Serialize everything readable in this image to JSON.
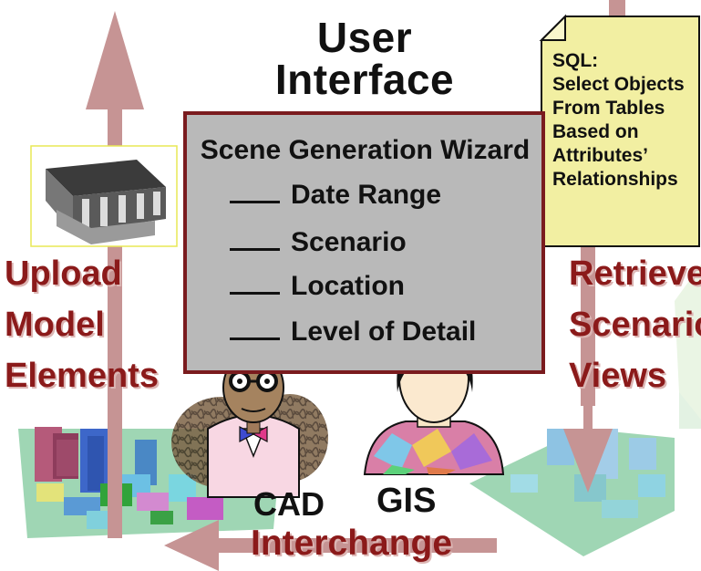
{
  "title": {
    "line1": "User",
    "line2": "Interface"
  },
  "wizard": {
    "heading": "Scene Generation Wizard",
    "fields": [
      "Date Range",
      "Scenario",
      "Location",
      "Level of Detail"
    ]
  },
  "note": {
    "lines": [
      "SQL:",
      "Select Objects",
      "From Tables",
      "Based on",
      "Attributes’",
      "Relationships"
    ]
  },
  "left_label": [
    "Upload",
    "Model",
    "Elements"
  ],
  "right_label": [
    "Retrieve",
    "Scenario",
    "Views"
  ],
  "characters": {
    "cad": "CAD",
    "gis": "GIS"
  },
  "bottom_label": "Interchange",
  "colors": {
    "arrow": "#c69494",
    "accent": "#8b1a1a",
    "note": "#f2efa2",
    "ground": "#9fd6b4"
  }
}
